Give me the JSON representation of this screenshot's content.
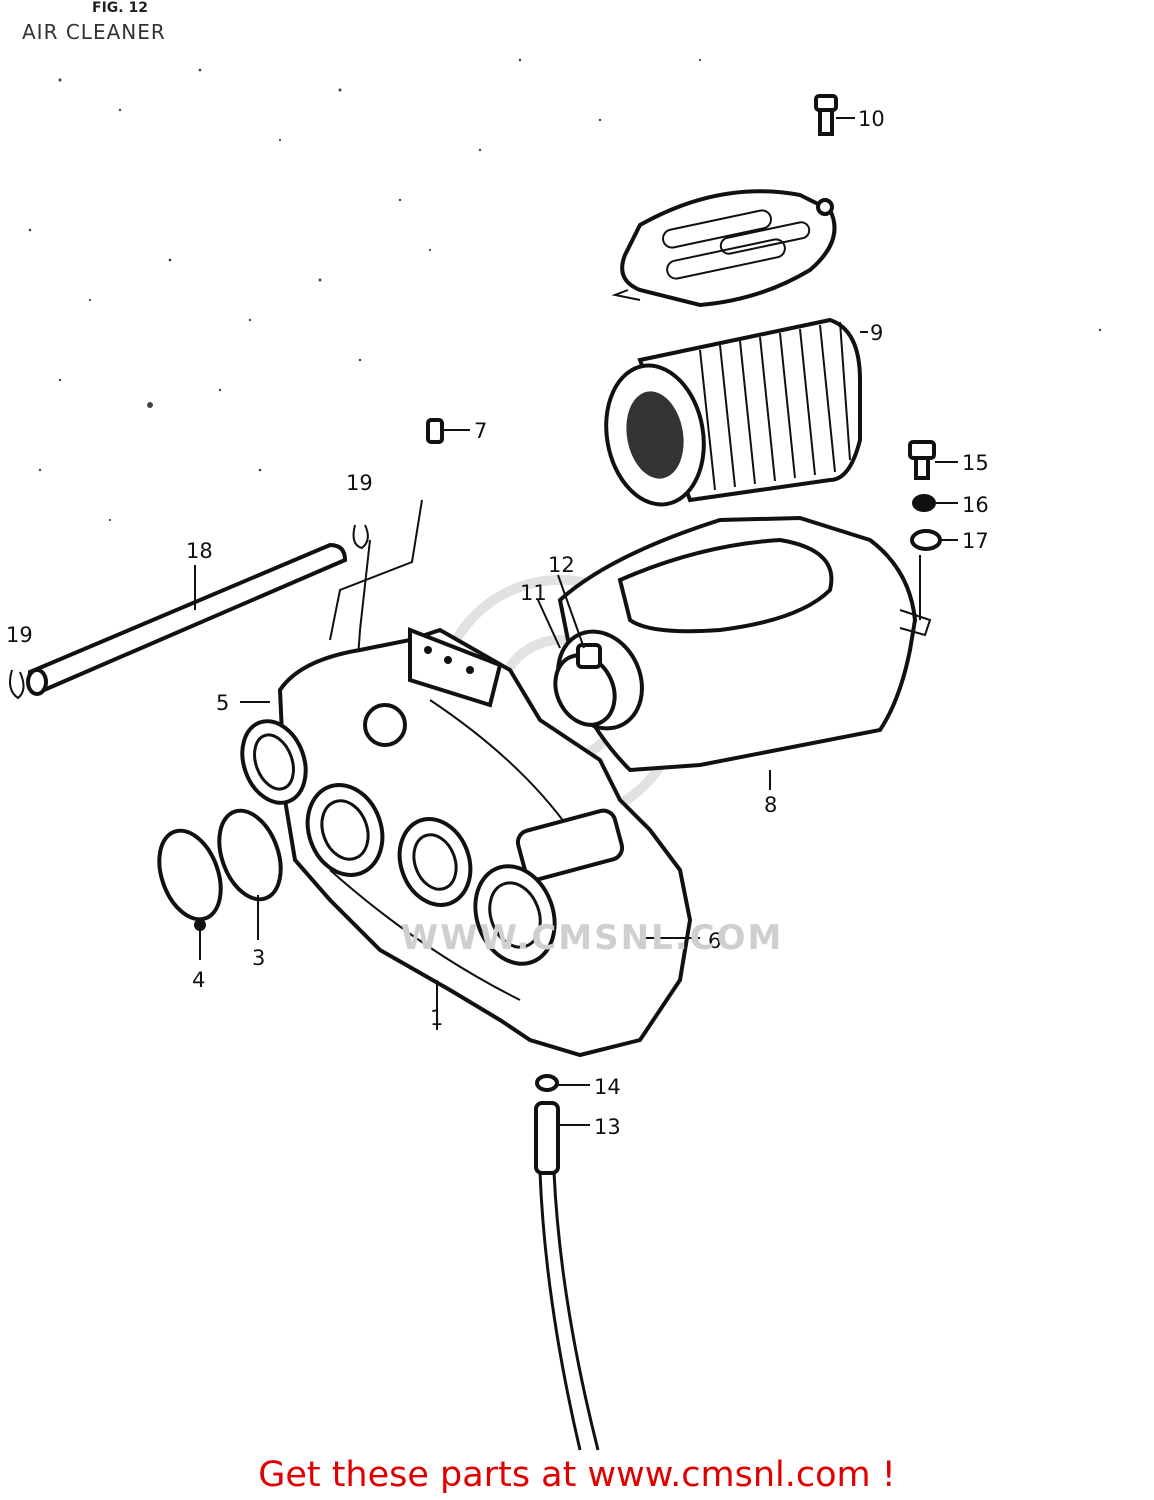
{
  "figure_label": "FIG. 12",
  "title": "AIR CLEANER",
  "watermark": "WWW.CMSNL.COM",
  "banner": "Get these parts at www.cmsnl.com !",
  "callouts": {
    "p1": "1",
    "p3": "3",
    "p4": "4",
    "p5": "5",
    "p6": "6",
    "p7": "7",
    "p8": "8",
    "p9": "9",
    "p10": "10",
    "p11": "11",
    "p12": "12",
    "p13": "13",
    "p14": "14",
    "p15": "15",
    "p16": "16",
    "p17": "17",
    "p18": "18",
    "p19a": "19",
    "p19b": "19"
  }
}
